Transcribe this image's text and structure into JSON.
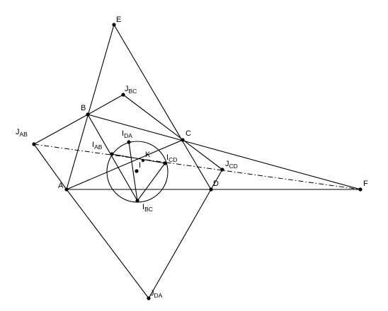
{
  "figure": {
    "points": [
      {
        "id": "E",
        "label": "E",
        "sub": ""
      },
      {
        "id": "B",
        "label": "B",
        "sub": ""
      },
      {
        "id": "JBC",
        "label": "J",
        "sub": "BC"
      },
      {
        "id": "C",
        "label": "C",
        "sub": ""
      },
      {
        "id": "JAB",
        "label": "J",
        "sub": "AB"
      },
      {
        "id": "IDA",
        "label": "I",
        "sub": "DA"
      },
      {
        "id": "IAB",
        "label": "I",
        "sub": "AB"
      },
      {
        "id": "K",
        "label": "K",
        "sub": ""
      },
      {
        "id": "ICD",
        "label": "I",
        "sub": "CD"
      },
      {
        "id": "I",
        "label": "I",
        "sub": ""
      },
      {
        "id": "JCD",
        "label": "J",
        "sub": "CD"
      },
      {
        "id": "A",
        "label": "A",
        "sub": ""
      },
      {
        "id": "D",
        "label": "D",
        "sub": ""
      },
      {
        "id": "F",
        "label": "F",
        "sub": ""
      },
      {
        "id": "IBC",
        "label": "I",
        "sub": "BC"
      },
      {
        "id": "JDA",
        "label": "J",
        "sub": "DA"
      }
    ],
    "colors": {
      "stroke": "#000000",
      "background": "#ffffff"
    }
  }
}
